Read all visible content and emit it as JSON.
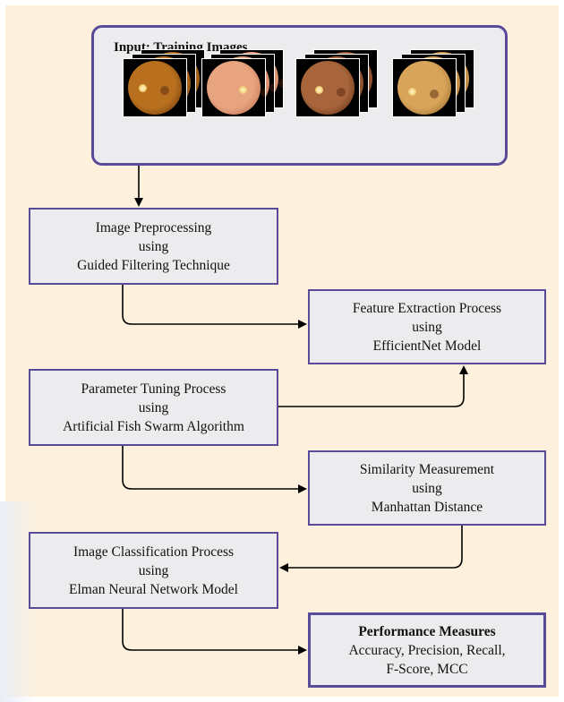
{
  "input": {
    "title": "Input: Training Images",
    "images": [
      {
        "name": "fundus-stack-1",
        "fill": "#b8701e",
        "edge": "#5a2a08"
      },
      {
        "name": "fundus-stack-2",
        "fill": "#e7a47e",
        "edge": "#b5604a"
      },
      {
        "name": "fundus-stack-3",
        "fill": "#a8643a",
        "edge": "#4e2410"
      },
      {
        "name": "fundus-stack-4",
        "fill": "#d8a45a",
        "edge": "#8a5a20"
      }
    ]
  },
  "steps": {
    "preprocessing": {
      "line1": "Image Preprocessing",
      "line2": "using",
      "line3": "Guided Filtering Technique"
    },
    "feature_extraction": {
      "line1": "Feature Extraction Process",
      "line2": "using",
      "line3": "EfficientNet Model"
    },
    "parameter_tuning": {
      "line1": "Parameter Tuning Process",
      "line2": "using",
      "line3": "Artificial Fish Swarm Algorithm"
    },
    "similarity": {
      "line1": "Similarity Measurement",
      "line2": "using",
      "line3": "Manhattan Distance"
    },
    "classification": {
      "line1": "Image Classification Process",
      "line2": "using",
      "line3": "Elman Neural Network Model"
    },
    "performance": {
      "line1": "Performance Measures",
      "line2": "Accuracy, Precision, Recall,",
      "line3": "F-Score, MCC"
    }
  },
  "colors": {
    "border": "#5a4a9a",
    "box_fill": "#ececee",
    "background": "#fdf1de",
    "arrow": "#000000"
  }
}
